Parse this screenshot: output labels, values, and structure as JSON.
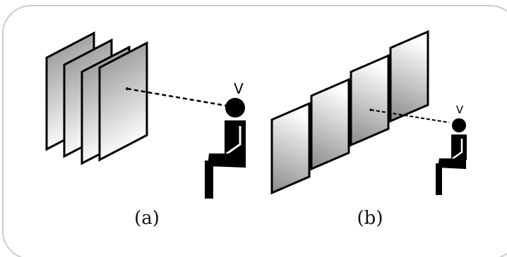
{
  "panels": [
    {
      "id": "a",
      "caption": "(a)",
      "viewer_label": "V"
    },
    {
      "id": "b",
      "caption": "(b)",
      "viewer_label": "V"
    }
  ],
  "colors": {
    "frame_stroke": "#cccccc",
    "outline": "#000000",
    "gradient_light": "#ffffff",
    "gradient_dark": "#8a8a8a"
  }
}
